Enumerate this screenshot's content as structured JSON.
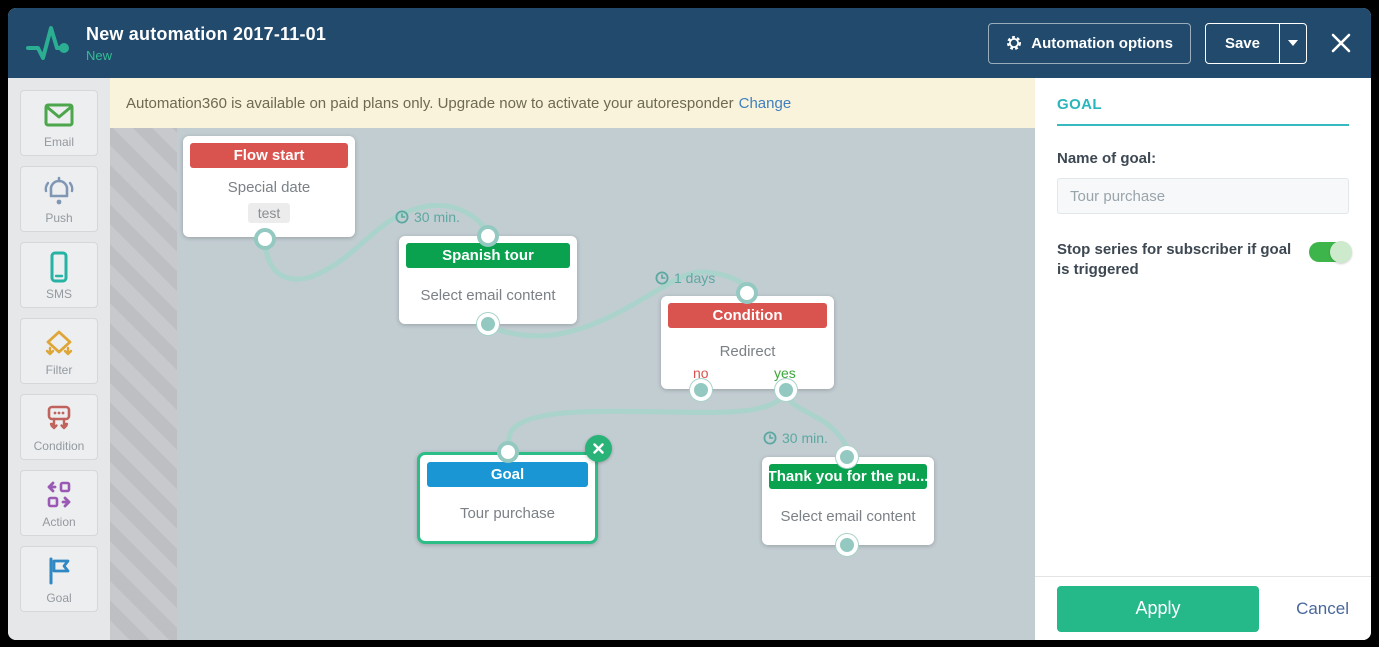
{
  "header": {
    "title": "New automation 2017-11-01",
    "status": "New",
    "options_label": "Automation options",
    "save_label": "Save"
  },
  "banner": {
    "text": "Automation360 is available on paid plans only. Upgrade now to activate your autoresponder",
    "link_label": "Change"
  },
  "sidebar": {
    "items": [
      {
        "label": "Email",
        "icon": "email-envelope-icon",
        "color": "#4ca64c"
      },
      {
        "label": "Push",
        "icon": "push-bell-icon",
        "color": "#7f96b5"
      },
      {
        "label": "SMS",
        "icon": "sms-phone-icon",
        "color": "#26b3a4"
      },
      {
        "label": "Filter",
        "icon": "filter-diamond-icon",
        "color": "#dfa637"
      },
      {
        "label": "Condition",
        "icon": "condition-branch-icon",
        "color": "#c0635c"
      },
      {
        "label": "Action",
        "icon": "action-arrows-icon",
        "color": "#9b59b6"
      },
      {
        "label": "Goal",
        "icon": "goal-flag-icon",
        "color": "#2f87c4"
      }
    ]
  },
  "canvas": {
    "nodes": [
      {
        "id": "flow-start",
        "header": "Flow start",
        "header_color": "#d9534f",
        "body": "Special date",
        "chip": "test"
      },
      {
        "id": "spanish-tour",
        "header": "Spanish tour",
        "header_color": "#0aa14f",
        "body": "Select email content",
        "delay": "30 min."
      },
      {
        "id": "condition",
        "header": "Condition",
        "header_color": "#d9534f",
        "body": "Redirect",
        "delay": "1 days",
        "branches": {
          "no": "no",
          "yes": "yes"
        }
      },
      {
        "id": "goal",
        "header": "Goal",
        "header_color": "#1a96d5",
        "body": "Tour purchase",
        "selected": true
      },
      {
        "id": "thank-you",
        "header": "Thank you for the pu...",
        "header_color": "#0aa14f",
        "body": "Select email content",
        "delay": "30 min."
      }
    ]
  },
  "panel": {
    "title": "GOAL",
    "name_label": "Name of goal:",
    "name_value": "Tour purchase",
    "toggle_label": "Stop series for subscriber if goal is triggered",
    "toggle_on": true,
    "apply_label": "Apply",
    "cancel_label": "Cancel"
  },
  "colors": {
    "header_bg": "#214a6c",
    "canvas_bg": "#c2cdd2",
    "banner_bg": "#f8f3da",
    "wire": "#a9d3cb",
    "accent_teal": "#29b6bd",
    "selected_green": "#2dbd86",
    "apply_green": "#25b888",
    "toggle_green": "#3eb54a",
    "node_red": "#d9534f",
    "node_green": "#0aa14f",
    "node_blue": "#1a96d5"
  }
}
